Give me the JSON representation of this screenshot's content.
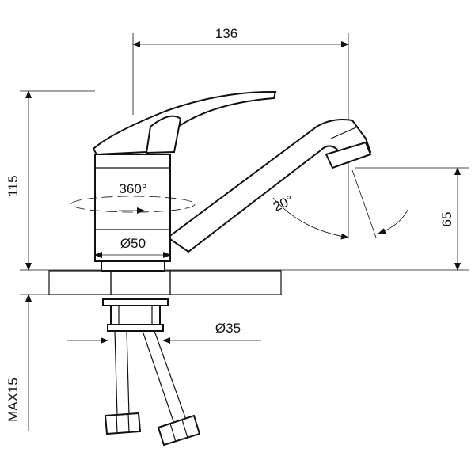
{
  "dimensions": {
    "spout_reach": "136",
    "height": "115",
    "rotation": "360°",
    "spout_angle": "20°",
    "body_diameter": "Ø50",
    "outlet_height": "65",
    "mount_hole": "Ø35",
    "max_counter_thickness": "MAX15"
  }
}
